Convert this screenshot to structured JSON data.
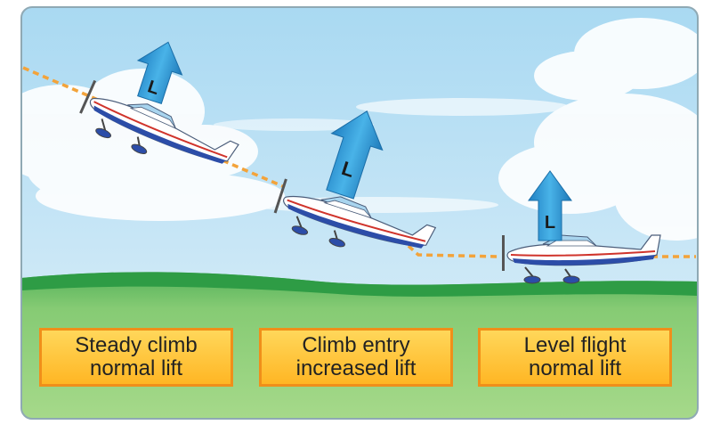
{
  "panels": [
    {
      "line1": "Steady climb",
      "line2": "normal lift"
    },
    {
      "line1": "Climb entry",
      "line2": "increased lift"
    },
    {
      "line1": "Level flight",
      "line2": "normal lift"
    }
  ],
  "lift_symbol": "L",
  "colors": {
    "sky_top": "#a9d9f2",
    "sky_bottom": "#d9eef8",
    "ground_light": "#96d07d",
    "ground_dark": "#2e9c45",
    "flight_path": "#f3a33a",
    "lift_arrow": "#2c9ad6",
    "box_fill": "#ffc83d",
    "box_border": "#f08f1a"
  }
}
